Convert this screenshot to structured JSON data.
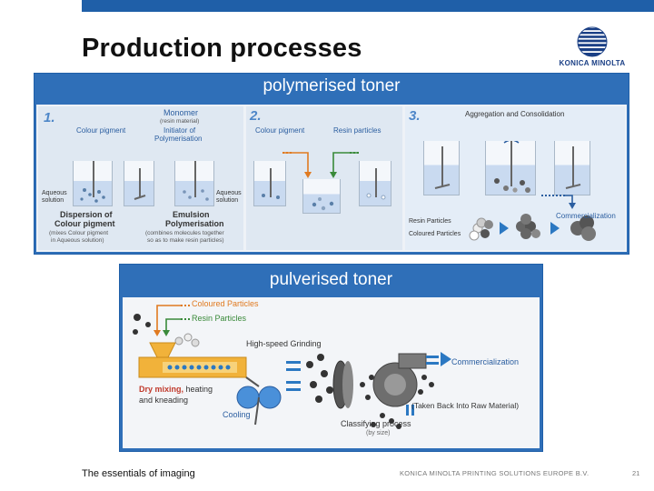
{
  "slide": {
    "title": "Production processes",
    "logo_text": "KONICA MINOLTA",
    "footer_tagline": "The essentials of imaging",
    "footer_company": "KONICA MINOLTA PRINTING SOLUTIONS EUROPE B.V.",
    "page_number": "21"
  },
  "polymerised": {
    "heading": "polymerised toner",
    "step1": {
      "number": "1.",
      "colour_pigment": "Colour pigment",
      "monomer": "Monomer",
      "resin_material": "(resin material)",
      "initiator": "Initiator of",
      "polymerisation": "Polymerisation",
      "aqueous_left": "Aqueous",
      "solution_left": "solution",
      "aqueous_right": "Aqueous",
      "solution_right": "solution",
      "dispersion_1": "Dispersion of",
      "dispersion_2": "Colour pigment",
      "dispersion_note_1": "(mixes Colour pigment",
      "dispersion_note_2": "in Aqueous solution)",
      "emulsion_1": "Emulsion",
      "emulsion_2": "Polymerisation",
      "emulsion_note_1": "(combines molecules together",
      "emulsion_note_2": "so as to make resin particles)"
    },
    "step2": {
      "number": "2.",
      "colour_pigment": "Colour pigment",
      "resin_particles": "Resin particles"
    },
    "step3": {
      "number": "3.",
      "aggregation": "Aggregation and Consolidation",
      "commercialization": "Commercialization",
      "resin_particles": "Resin Particles",
      "coloured_particles": "Coloured Particles"
    }
  },
  "pulverised": {
    "heading": "pulverised toner",
    "coloured_particles": "Coloured Particles",
    "resin_particles": "Resin Particles",
    "high_speed_grinding": "High-speed Grinding",
    "commercialization": "Commercialization",
    "dry_mixing": "Dry mixing,",
    "heating": " heating",
    "kneading": "and kneading",
    "cooling": "Cooling",
    "taken_back": "(Taken Back Into Raw Material)",
    "classifying": "Classifying process",
    "by_size": "(by size)"
  },
  "colors": {
    "brand_blue": "#1f5fa8",
    "panel_blue": "#2f6fb8",
    "label_blue": "#2b5ea0",
    "accent_orange": "#e07a20",
    "accent_green": "#3a8a3a"
  }
}
